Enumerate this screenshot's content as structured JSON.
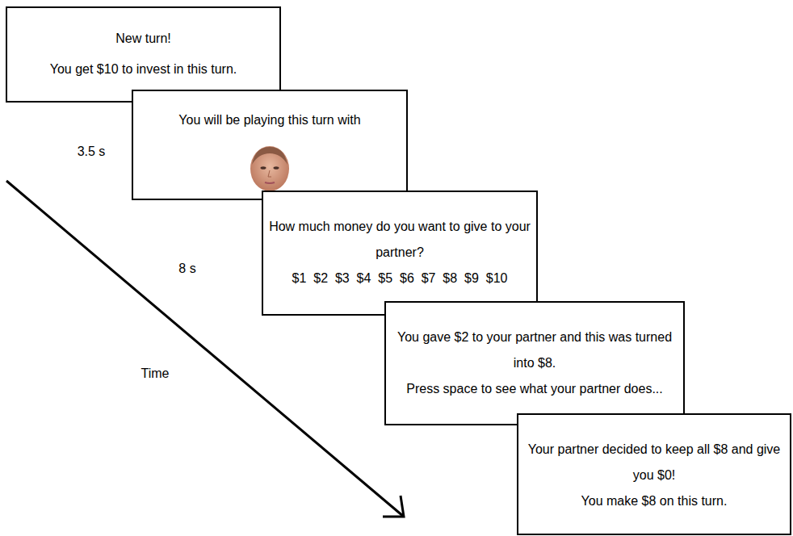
{
  "diagram": {
    "nodes": [
      {
        "text": [
          "New turn!",
          "You get $10 to invest in this turn."
        ]
      },
      {
        "text": [
          "You will be playing this turn with"
        ]
      },
      {
        "text": [
          "How much money do you want to give to your partner?",
          "$1  $2  $3  $4  $5  $6  $7  $8  $9  $10"
        ]
      },
      {
        "text": [
          "You gave $2 to your partner and this was turned into $8.",
          "Press space to see what your partner does..."
        ]
      },
      {
        "text": [
          "Your partner decided to keep all $8 and give you $0!",
          "You make $8 on this turn."
        ]
      }
    ],
    "labels": [
      "3.5 s",
      "8 s",
      "Time"
    ]
  }
}
